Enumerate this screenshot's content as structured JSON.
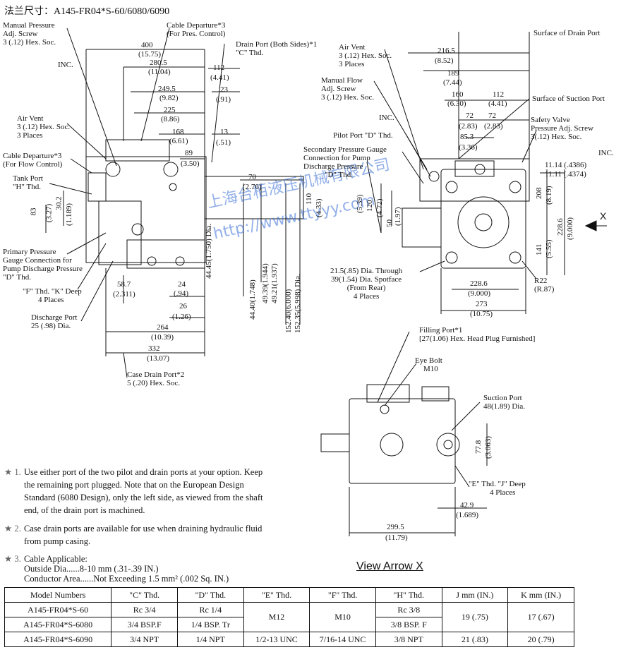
{
  "header": {
    "title": "法兰尺寸：A145-FR04*S-60/6080/6090"
  },
  "watermark": {
    "cn": "上海台栢液压机械有限公司",
    "url": "http://www.ttyyy.com"
  },
  "front_view": {
    "labels": {
      "manual_pressure": [
        "Manual Pressure",
        "Adj. Screw",
        "3 (.12) Hex. Soc."
      ],
      "inc1": "INC.",
      "cable_pres": [
        "Cable Departure*3",
        "(For Pres. Control)"
      ],
      "drain_port": [
        "Drain Port (Both Sides)*1",
        "\"C\" Thd."
      ],
      "air_vent": [
        "Air Vent",
        "3 (.12) Hex. Soc.",
        "3 Places"
      ],
      "cable_flow": [
        "Cable Departure*3",
        "(For Flow Control)"
      ],
      "tank_port": [
        "Tank Port",
        "\"H\" Thd."
      ],
      "primary_pressure": [
        "Primary Pressure",
        "Gauge Connection for",
        "Pump Discharge Pressure",
        "\"D\" Thd."
      ],
      "f_thd": [
        "\"F\" Thd. \"K\" Deep",
        "4 Places"
      ],
      "discharge_port": [
        "Discharge Port",
        "25 (.98) Dia."
      ],
      "case_drain": [
        "Case Drain Port*2",
        "5 (.20) Hex. Soc."
      ]
    },
    "dims": [
      "400",
      "(15.75)",
      "280.5",
      "(11.04)",
      "249.5",
      "(9.82)",
      "225",
      "(8.86)",
      "168",
      "(6.61)",
      "89",
      "(3.50)",
      "112",
      "(4.41)",
      "23",
      "(.91)",
      "13",
      "(.51)",
      "70",
      "(2.76)",
      "83",
      "(3.27)",
      "30.2",
      "(1.189)",
      "58.7",
      "(2.311)",
      "24",
      "(.94)",
      "26",
      "(1.26)",
      "264",
      "(10.39)",
      "332",
      "(13.07)"
    ],
    "vdims": [
      "44.45(1.750)",
      "44.40(1.748)",
      "Dia.",
      "49.39(1.944)",
      "49.21(1.937)",
      "152.40(6.000)",
      "152.35(5.998)",
      "Dia.",
      "110",
      "(4.33)"
    ]
  },
  "side_view": {
    "labels": {
      "surface_drain": "Surface of Drain Port",
      "air_vent": [
        "Air Vent",
        "3 (.12) Hex. Soc.",
        "3 Places"
      ],
      "manual_flow": [
        "Manual Flow",
        "Adj. Screw",
        "3 (.12) Hex. Soc."
      ],
      "inc2": "INC.",
      "surface_suction": "Surface of Suction Port",
      "safety_valve": [
        "Safety Valve",
        "Pressure Adj. Screw",
        "3(.12) Hex. Soc."
      ],
      "inc3": "INC.",
      "pilot_port": "Pilot Port \"D\" Thd.",
      "secondary": [
        "Secondary Pressure Gauge",
        "Connection for Pump",
        "Discharge Pressure",
        "\"D\" Thd."
      ],
      "through": [
        "21.5(.85) Dia. Through",
        "39(1.54) Dia. Spotface",
        "(From Rear)",
        "4 Places"
      ],
      "r22": [
        "R22",
        "(R.87)"
      ],
      "x": "X"
    },
    "dims": [
      "216.5",
      "(8.52)",
      "189",
      "(7.44)",
      "160",
      "(6.30)",
      "112",
      "(4.41)",
      "72",
      "72",
      "(2.83)",
      "(2.83)",
      "85.3",
      "(3.36)",
      "11.14 (.4386)",
      "11.11 (.4374)",
      "228.6",
      "(9.000)",
      "273",
      "(10.75)"
    ],
    "vdims": [
      "208",
      "(8.19)",
      "228.6",
      "(9.000)",
      "141",
      "(5.55)",
      "120",
      "(4.72)",
      "50",
      "(1.97)",
      "(5.39)"
    ]
  },
  "view_arrow": {
    "title": "View Arrow X",
    "labels": {
      "filling_port": [
        "Filling Port*1",
        "[27(1.06) Hex. Head Plug Furnished]"
      ],
      "eye_bolt": [
        "Eye Bolt",
        "M10"
      ],
      "suction_port": [
        "Suction Port",
        "48(1.89) Dia."
      ],
      "e_thd": [
        "\"E\" Thd. \"J\" Deep",
        "4 Places"
      ]
    },
    "dims": [
      "77.8",
      "(3.063)",
      "42.9",
      "(1.689)",
      "299.5",
      "(11.79)"
    ]
  },
  "notes": [
    {
      "mark": "★ 1.",
      "lines": [
        "Use either port of the two pilot and drain ports at your option. Keep",
        "the remaining port plugged.  Note that on the European Design",
        "Standard (6080 Design), only the left side, as viewed from the shaft",
        "end, of the drain port is machined."
      ]
    },
    {
      "mark": "★ 2.",
      "lines": [
        "Case drain ports are available for use when draining hydraulic fluid",
        "from pump casing."
      ]
    },
    {
      "mark": "★ 3.",
      "lines": [
        "Cable Applicable:",
        "Outside Dia......8-10 mm (.31-.39 IN.)",
        "Conductor Area......Not Exceeding 1.5 mm² (.002 Sq. IN.)"
      ]
    }
  ],
  "table": {
    "headers": [
      "Model Numbers",
      "\"C\" Thd.",
      "\"D\" Thd.",
      "\"E\" Thd.",
      "\"F\" Thd.",
      "\"H\" Thd.",
      "J mm (IN.)",
      "K mm (IN.)"
    ],
    "rows": [
      [
        "A145-FR04*S-60",
        "Rc 3/4",
        "Rc 1/4",
        "M12",
        "M10",
        "Rc 3/8",
        "19 (.75)",
        "17 (.67)"
      ],
      [
        "A145-FR04*S-6080",
        "3/4 BSP.F",
        "1/4 BSP. Tr",
        "",
        "",
        "3/8 BSP. F",
        "",
        ""
      ],
      [
        "A145-FR04*S-6090",
        "3/4 NPT",
        "1/4 NPT",
        "1/2-13 UNC",
        "7/16-14 UNC",
        "3/8 NPT",
        "21 (.83)",
        "20 (.79)"
      ]
    ]
  }
}
